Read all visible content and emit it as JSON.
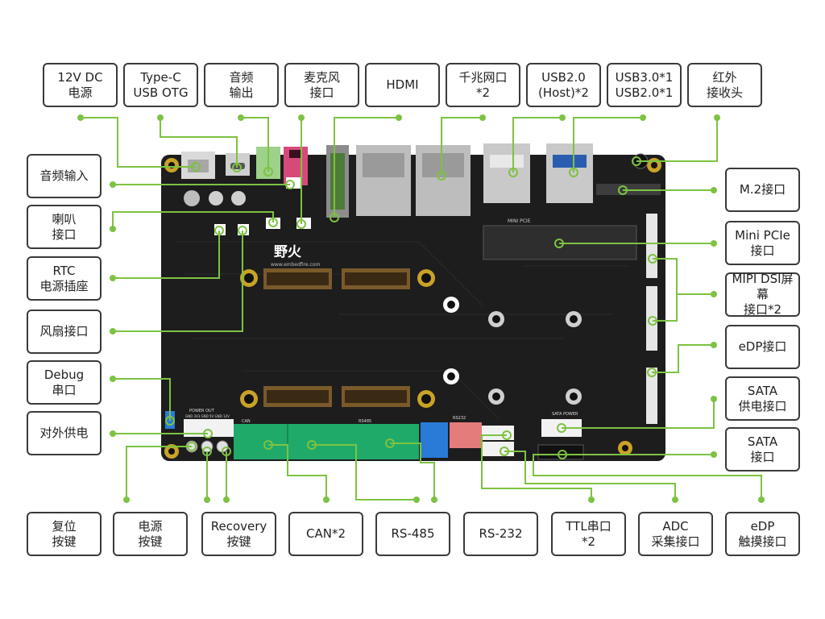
{
  "labels": {
    "top": [
      {
        "id": "dc12v",
        "text": "12V DC\n电源"
      },
      {
        "id": "typec",
        "text": "Type-C\nUSB OTG"
      },
      {
        "id": "audio_out",
        "text": "音频\n输出"
      },
      {
        "id": "mic",
        "text": "麦克风\n接口"
      },
      {
        "id": "hdmi",
        "text": "HDMI"
      },
      {
        "id": "gbe",
        "text": "千兆网口\n*2"
      },
      {
        "id": "usb2host",
        "text": "USB2.0\n(Host)*2"
      },
      {
        "id": "usb3",
        "text": "USB3.0*1\nUSB2.0*1"
      },
      {
        "id": "ir",
        "text": "红外\n接收头"
      }
    ],
    "left": [
      {
        "id": "audio_in",
        "text": "音频输入"
      },
      {
        "id": "speaker",
        "text": "喇叭\n接口"
      },
      {
        "id": "rtc",
        "text": "RTC\n电源插座"
      },
      {
        "id": "fan",
        "text": "风扇接口"
      },
      {
        "id": "debug",
        "text": "Debug\n串口"
      },
      {
        "id": "power_out",
        "text": "对外供电"
      }
    ],
    "right": [
      {
        "id": "m2",
        "text": "M.2接口"
      },
      {
        "id": "minipcie",
        "text": "Mini PCIe\n接口"
      },
      {
        "id": "mipidsi",
        "text": "MIPI DSI屏幕\n接口*2"
      },
      {
        "id": "edp",
        "text": "eDP接口"
      },
      {
        "id": "sata_pwr",
        "text": "SATA\n供电接口"
      },
      {
        "id": "sata",
        "text": "SATA\n接口"
      }
    ],
    "bottom": [
      {
        "id": "reset",
        "text": "复位\n按键"
      },
      {
        "id": "power_key",
        "text": "电源\n按键"
      },
      {
        "id": "recovery",
        "text": "Recovery\n按键"
      },
      {
        "id": "can",
        "text": "CAN*2"
      },
      {
        "id": "rs485",
        "text": "RS-485"
      },
      {
        "id": "rs232",
        "text": "RS-232"
      },
      {
        "id": "ttl",
        "text": "TTL串口\n*2"
      },
      {
        "id": "adc",
        "text": "ADC\n采集接口"
      },
      {
        "id": "edp_touch",
        "text": "eDP\n触摸接口"
      }
    ]
  },
  "board": {
    "logo": "野火",
    "site": "www.embedfire.com",
    "silkscreen": {
      "power_out": "POWER OUT",
      "power_out_pins": "GND 3V3 GND 5V GND 12V",
      "can": "CAN",
      "rs485": "RS485",
      "rs232": "RS232",
      "mini_pcie": "MINI PCIE",
      "sata_power": "SATA POWER"
    }
  },
  "colors": {
    "leader": "#7dc242",
    "board": "#1d1d1d",
    "terminal_green": "#1faa6a",
    "label_border": "#3a3a3a"
  }
}
